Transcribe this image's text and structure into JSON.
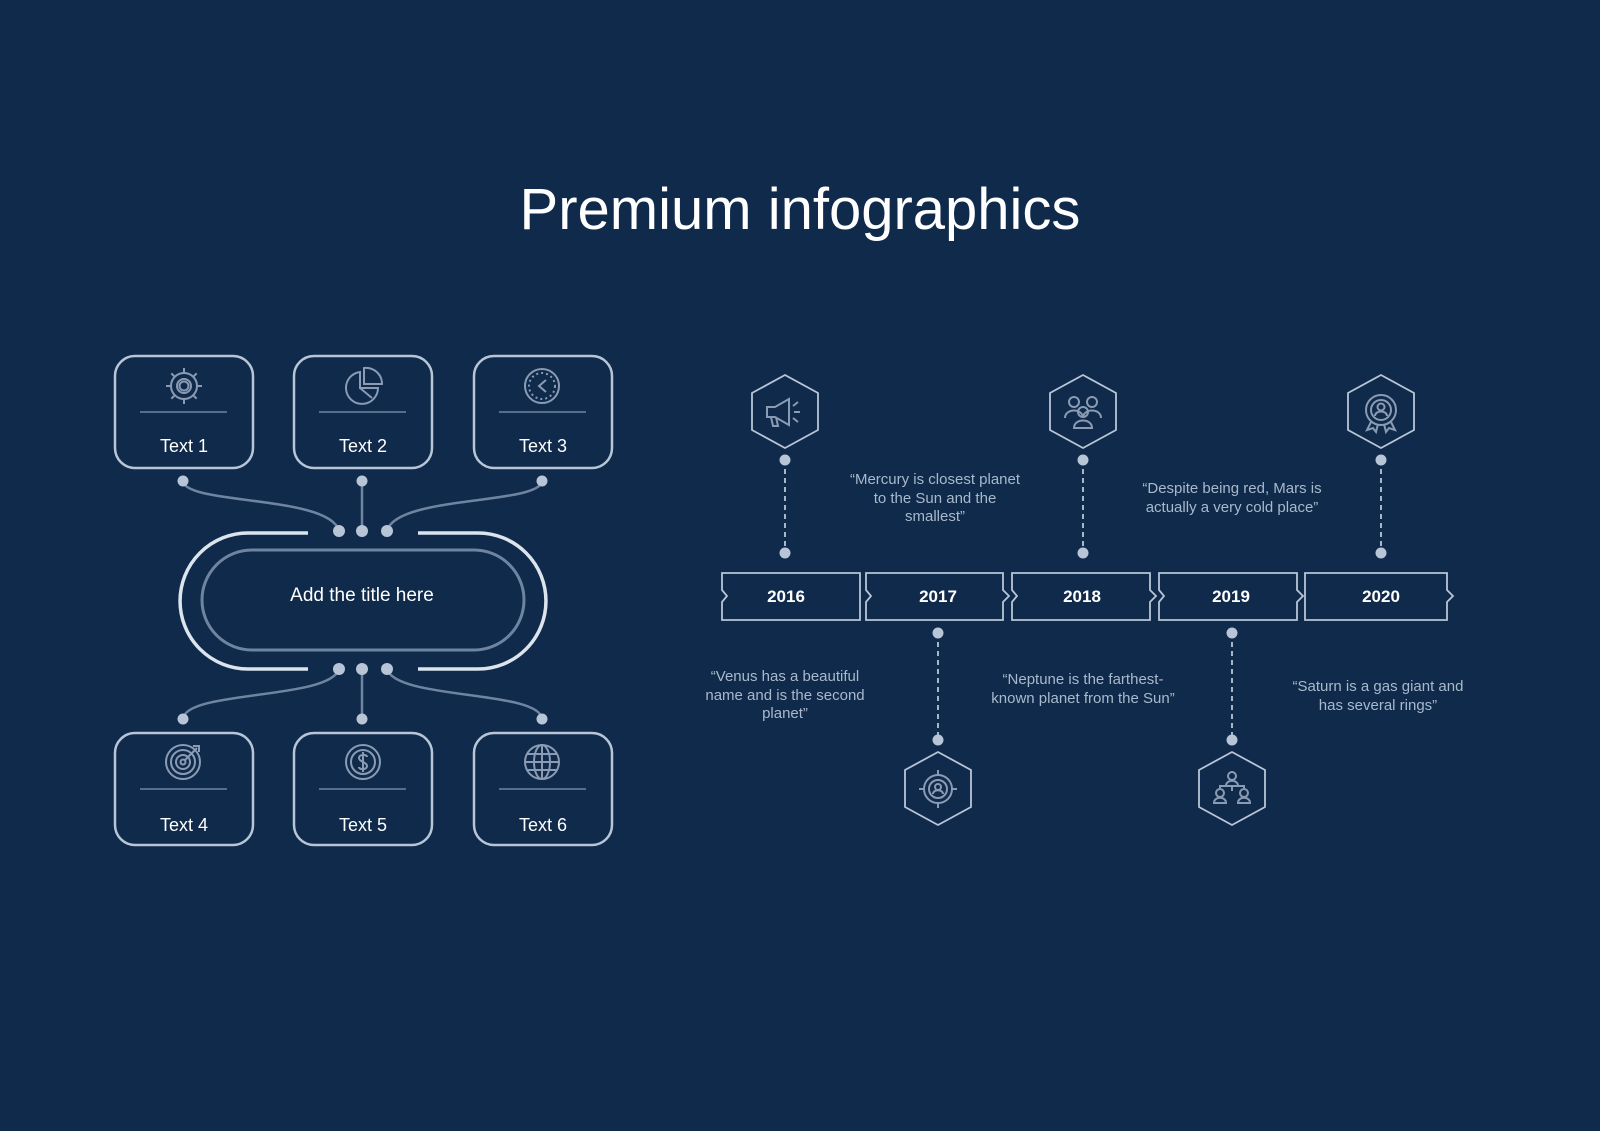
{
  "title": "Premium infographics",
  "colors": {
    "background": "#0f2a4a",
    "outline": "#b8c5d6",
    "icon": "#8a9bb3",
    "text": "#ffffff",
    "quote_text": "#a9b9cc"
  },
  "hub": {
    "center_title": "Add the title here",
    "cards": [
      {
        "label": "Text 1",
        "icon": "gear-icon"
      },
      {
        "label": "Text 2",
        "icon": "pie-chart-icon"
      },
      {
        "label": "Text 3",
        "icon": "clock-icon"
      },
      {
        "label": "Text 4",
        "icon": "target-icon"
      },
      {
        "label": "Text 5",
        "icon": "dollar-coin-icon"
      },
      {
        "label": "Text 6",
        "icon": "globe-icon"
      }
    ]
  },
  "timeline": {
    "years": [
      "2016",
      "2017",
      "2018",
      "2019",
      "2020"
    ],
    "quotes": [
      "“Venus has a beautiful name and is the second planet”",
      "“Mercury is closest planet to the Sun and the smallest”",
      "“Neptune is the farthest-known planet from the Sun”",
      "“Despite being red, Mars is actually a very cold place”",
      "“Saturn is a gas giant and has several rings”"
    ],
    "icons": [
      "megaphone-icon",
      "target-user-icon",
      "team-icon",
      "hierarchy-icon",
      "award-badge-icon"
    ]
  }
}
